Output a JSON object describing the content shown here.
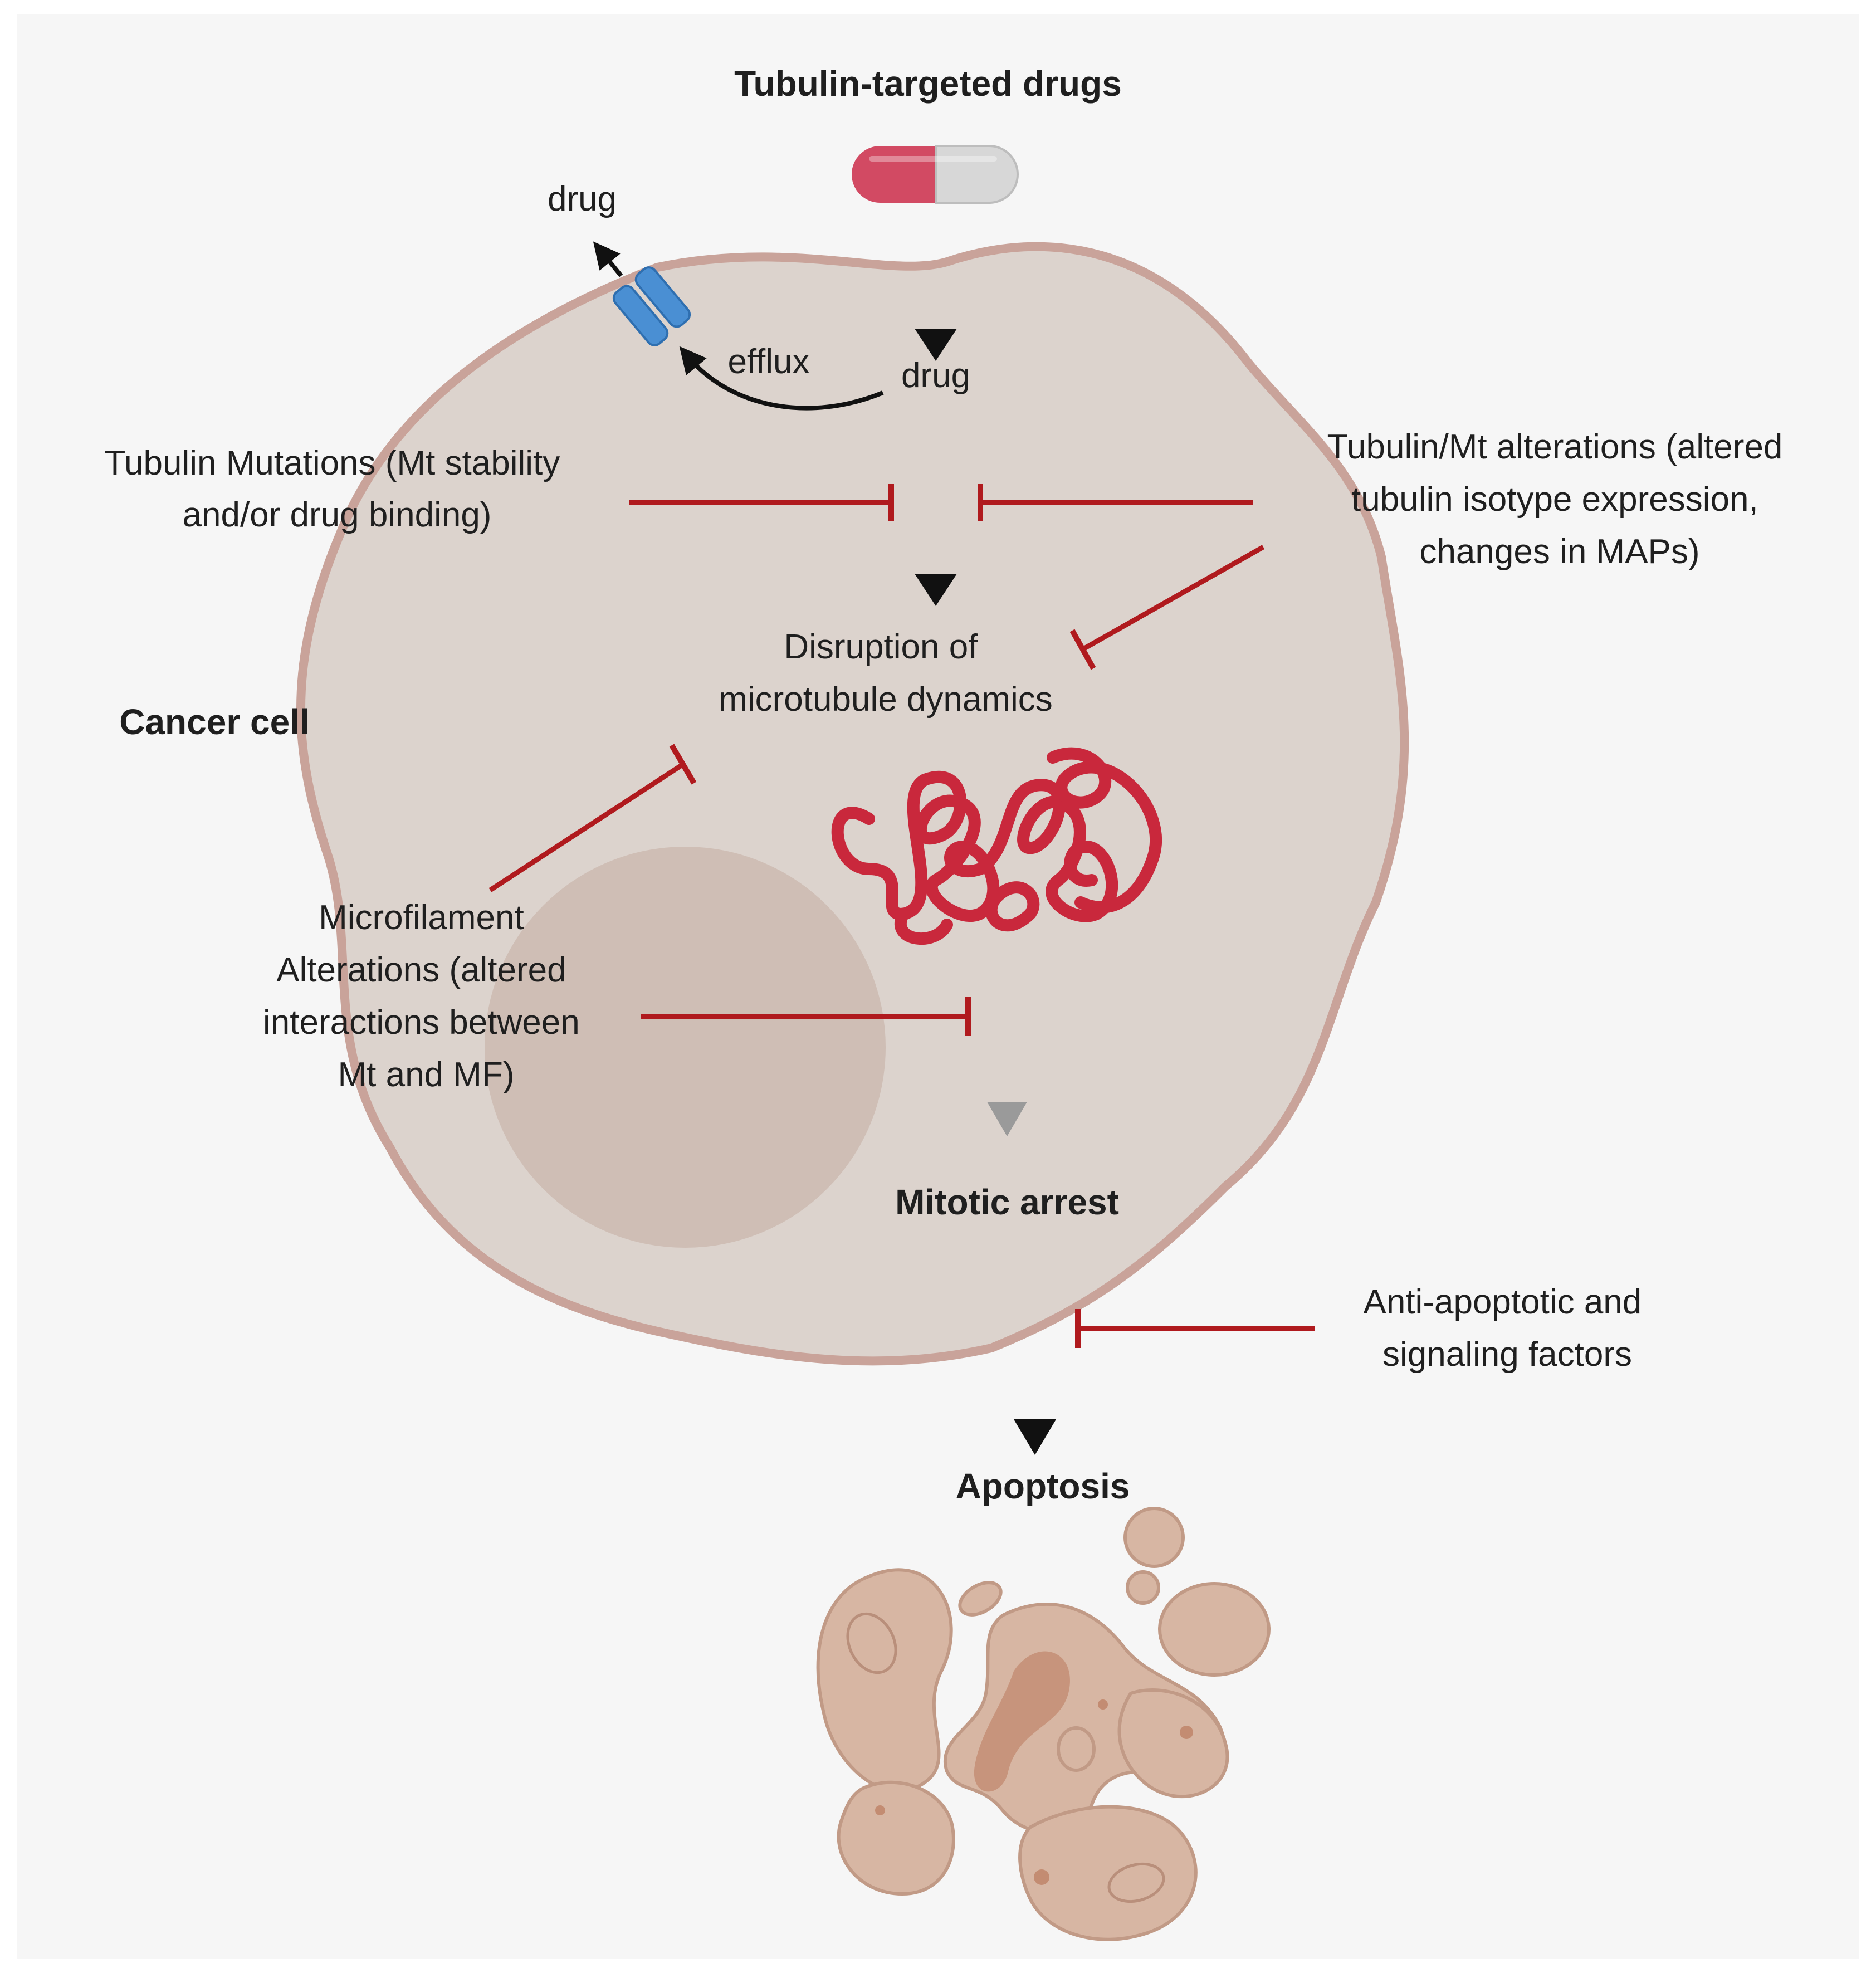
{
  "title": "Tubulin-targeted drugs",
  "cell_label": "Cancer cell",
  "drug_inside_label": "drug",
  "drug_outside_label": "drug",
  "efflux_label": "efflux",
  "tubulin_mutations": [
    "Tubulin Mutations (Mt stability",
    "and/or drug binding)"
  ],
  "tubulin_alterations": [
    "Tubulin/Mt alterations (altered",
    "tubulin isotype expression,",
    "changes in MAPs)"
  ],
  "disruption": [
    "Disruption of",
    "microtubule dynamics"
  ],
  "microfilament": [
    "Microfilament",
    "Alterations (altered",
    "interactions between",
    "Mt and MF)"
  ],
  "mitotic_arrest": "Mitotic arrest",
  "anti_apoptotic": [
    "Anti-apoptotic and",
    "signaling factors"
  ],
  "apoptosis": "Apoptosis",
  "colors": {
    "background": "#f6f6f6",
    "cell_fill": "#dcd3cd",
    "cell_border": "#c9a39a",
    "nucleus": "#cdbab0",
    "inhibition": "#b01a1e",
    "arrow": "#111111",
    "arrow_faded": "#9a9a9a",
    "capsule_red": "#d24a63",
    "capsule_grey": "#d7d7d7",
    "transporter": "#4a8fd3",
    "microtubule": "#c9283c",
    "apoptotic_fill": "#d7b6a3",
    "apoptotic_stroke": "#c19a86",
    "apoptotic_core": "#c38c72"
  }
}
